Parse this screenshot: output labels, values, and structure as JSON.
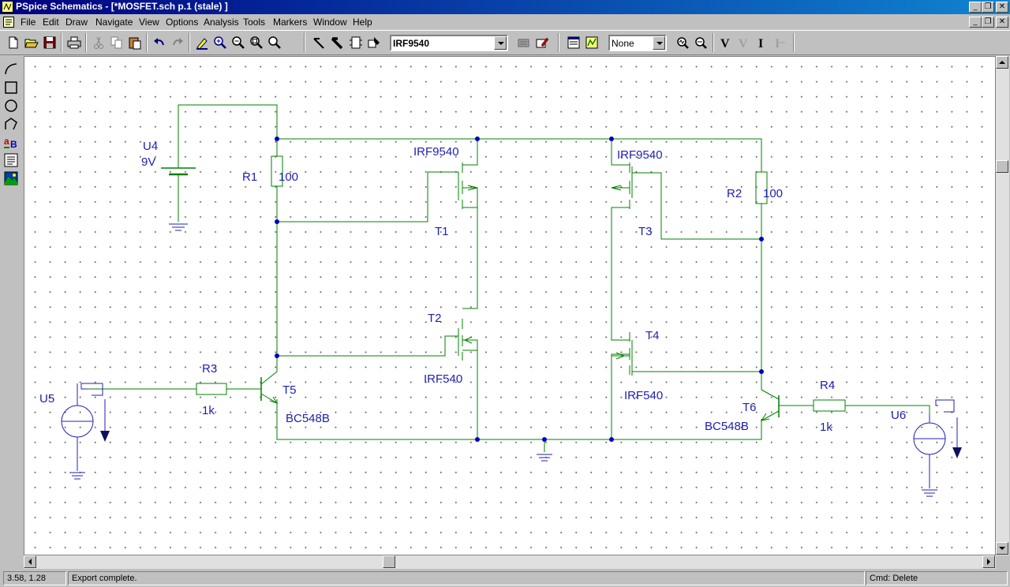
{
  "window": {
    "title": "PSpice Schematics - [*MOSFET.sch  p.1 (stale)  ]",
    "caption_buttons": [
      "minimize",
      "restore",
      "close"
    ]
  },
  "menu": [
    "File",
    "Edit",
    "Draw",
    "Navigate",
    "View",
    "Options",
    "Analysis",
    "Tools",
    "Markers",
    "Window",
    "Help"
  ],
  "toolbar": {
    "part_combo_value": "IRF9540",
    "marker_combo_value": "None",
    "buttons": [
      "new-icon",
      "open-icon",
      "save-icon",
      "print-icon",
      "cut-icon",
      "copy-icon",
      "paste-icon",
      "undo-icon",
      "redo-icon",
      "redraw-icon",
      "zoom-in-icon",
      "zoom-out-icon",
      "zoom-area-icon",
      "zoom-fit-icon",
      "draw-wire-icon",
      "draw-bus-icon",
      "draw-block-icon",
      "get-part-icon",
      "edit-symbol-icon",
      "edit-attributes-icon",
      "setup-analysis-icon",
      "simulate-icon",
      "probe-icon",
      "voltage-marker-icon",
      "voltage-diff-marker-icon",
      "current-marker-icon",
      "power-marker-icon"
    ]
  },
  "left_toolbar": [
    "arc-tool-icon",
    "box-tool-icon",
    "circle-tool-icon",
    "polyline-tool-icon",
    "text-tool-icon",
    "textbox-tool-icon",
    "insert-picture-icon"
  ],
  "schematic": {
    "labels": {
      "u4": "U4",
      "u4_value": "9V",
      "r1": "R1",
      "r1_value": "100",
      "r2": "R2",
      "r2_value": "100",
      "r3": "R3",
      "r3_value": "1k",
      "r4": "R4",
      "r4_value": "1k",
      "t1": "T1",
      "t1_model": "IRF9540",
      "t3": "T3",
      "t3_model": "IRF9540",
      "t2": "T2",
      "t2_model": "IRF540",
      "t4": "T4",
      "t4_model": "IRF540",
      "t5": "T5",
      "t5_model": "BC548B",
      "t6": "T6",
      "t6_model": "BC548B",
      "u5": "U5",
      "u6": "U6"
    },
    "colors": {
      "wire": "#008000",
      "label": "#2020b0",
      "junction": "#0000c0",
      "ground": "#2020b0"
    }
  },
  "status": {
    "coords": "3.58,  1.28",
    "message": "Export complete.",
    "command": "Cmd: Delete"
  }
}
